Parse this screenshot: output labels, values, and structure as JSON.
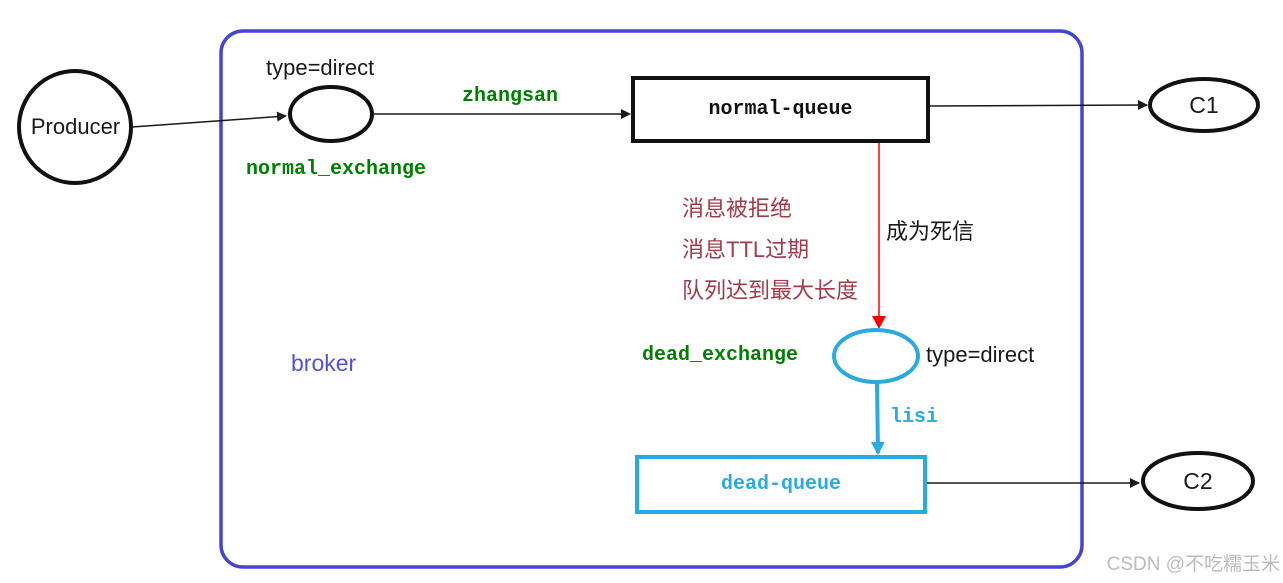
{
  "diagram": {
    "producer": {
      "label": "Producer"
    },
    "broker_label": "broker",
    "normal_exchange": {
      "type_label": "type=direct",
      "name_label": "normal_exchange",
      "routing_key": "zhangsan"
    },
    "normal_queue": {
      "label": "normal-queue"
    },
    "consumer_c1": {
      "label": "C1"
    },
    "dead_letter": {
      "reasons": [
        "消息被拒绝",
        "消息TTL过期",
        "队列达到最大长度"
      ],
      "arrow_label": "成为死信"
    },
    "dead_exchange": {
      "name_label": "dead_exchange",
      "type_label": "type=direct",
      "routing_key": "lisi"
    },
    "dead_queue": {
      "label": "dead-queue"
    },
    "consumer_c2": {
      "label": "C2"
    },
    "watermark": "CSDN @不吃糯玉米"
  },
  "colors": {
    "broker_border": "#4545cf",
    "broker_text": "#5153d4",
    "exchange_green": "#008000",
    "dead_cyan": "#29abe2",
    "dead_arrow_red": "#ff0000",
    "reason_text_red": "#a23b49",
    "node_stroke_black": "#111111",
    "watermark_gray": "#b9bcc0"
  }
}
